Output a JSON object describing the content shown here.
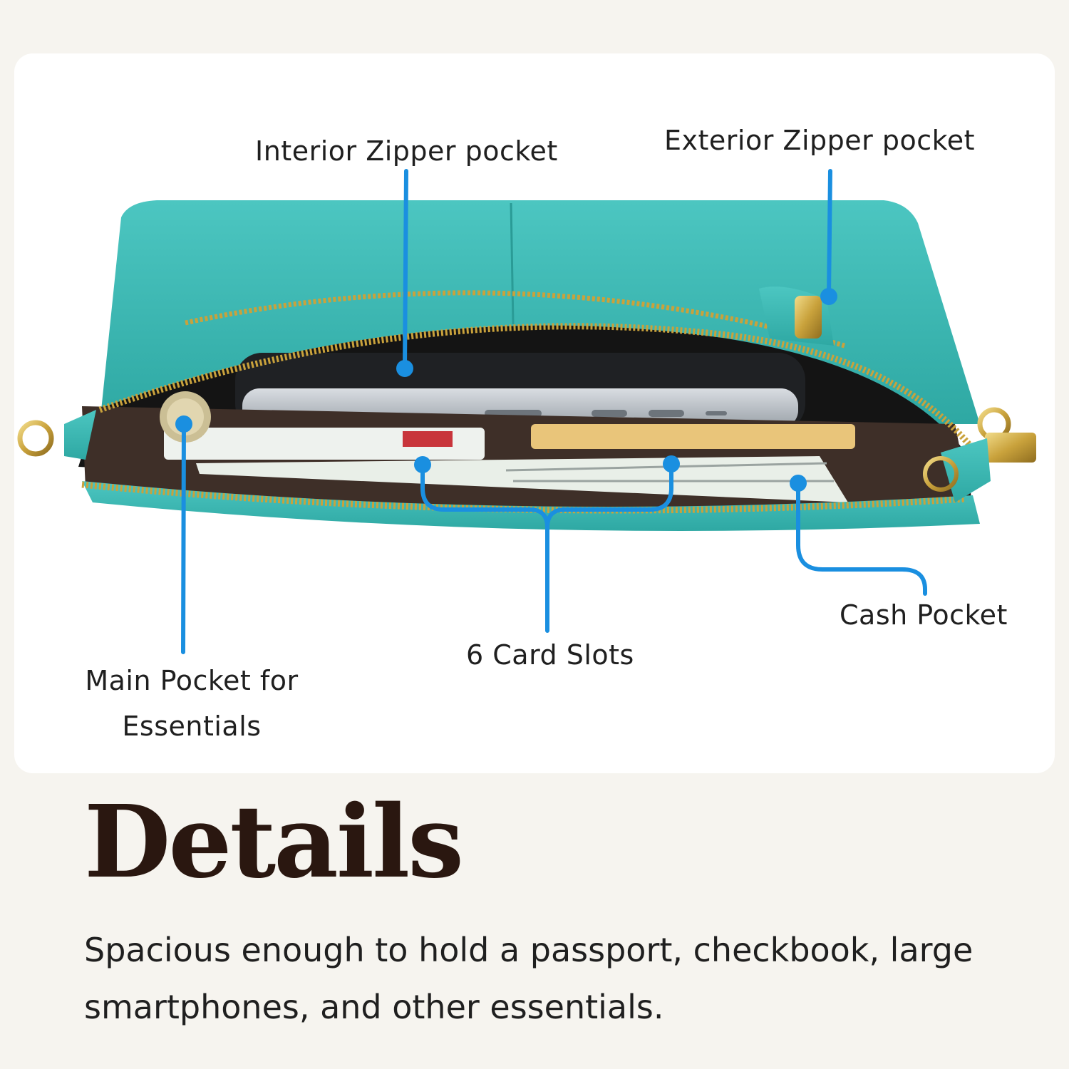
{
  "callouts": {
    "interior_zipper": "Interior Zipper pocket",
    "exterior_zipper": "Exterior Zipper pocket",
    "cash_pocket": "Cash Pocket",
    "card_slots": "6 Card Slots",
    "main_pocket_line1": "Main Pocket for",
    "main_pocket_line2": "Essentials"
  },
  "heading": "Details",
  "description": "Spacious enough to hold a passport, checkbook, large smartphones, and other essentials.",
  "colors": {
    "background": "#f6f4ef",
    "card": "#ffffff",
    "bag_leather": "#3fb8b4",
    "callout_line": "#1a8fe0",
    "heading": "#2a1710",
    "lining": "#3e2f28",
    "hardware_gold": "#d4b04a"
  }
}
